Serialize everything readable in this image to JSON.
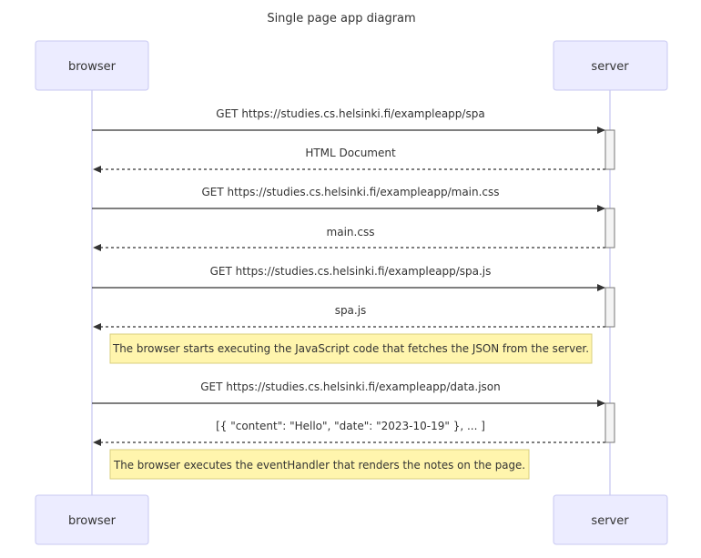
{
  "title": "Single page app diagram",
  "participants": {
    "browser": "browser",
    "server": "server"
  },
  "messages": [
    {
      "text": "GET https://studies.cs.helsinki.fi/exampleapp/spa",
      "direction": "to-server",
      "style": "solid"
    },
    {
      "text": "HTML Document",
      "direction": "to-browser",
      "style": "dotted"
    },
    {
      "text": "GET https://studies.cs.helsinki.fi/exampleapp/main.css",
      "direction": "to-server",
      "style": "solid"
    },
    {
      "text": "main.css",
      "direction": "to-browser",
      "style": "dotted"
    },
    {
      "text": "GET https://studies.cs.helsinki.fi/exampleapp/spa.js",
      "direction": "to-server",
      "style": "solid"
    },
    {
      "text": "spa.js",
      "direction": "to-browser",
      "style": "dotted"
    },
    {
      "text": "GET https://studies.cs.helsinki.fi/exampleapp/data.json",
      "direction": "to-server",
      "style": "solid"
    },
    {
      "text": "[{ \"content\": \"Hello\", \"date\": \"2023-10-19\" }, ... ]",
      "direction": "to-browser",
      "style": "dotted"
    }
  ],
  "notes": [
    {
      "text": "The browser starts executing the JavaScript code that fetches the JSON from the server."
    },
    {
      "text": "The browser executes the eventHandler that renders the notes on the page."
    }
  ],
  "colors": {
    "actor_fill": "#ECECFF",
    "actor_stroke": "#C9C9F2",
    "note_fill": "#FFF5AD",
    "note_stroke": "#D8CF7E",
    "line": "#333333"
  }
}
